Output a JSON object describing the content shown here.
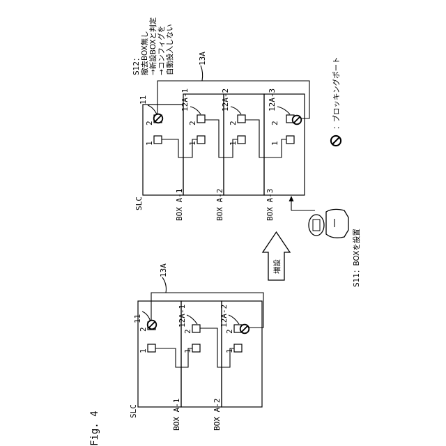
{
  "figure_label": "Fig. 4",
  "left": {
    "slc": "SLC",
    "box1": "BOX A-1",
    "box2": "BOX A-2",
    "ref_11": "11",
    "ref_12a1": "12A-1",
    "ref_12a2": "12A-2",
    "ref_13a": "13A",
    "port_1": "1",
    "port_2": "2"
  },
  "right": {
    "slc": "SLC",
    "box1": "BOX A-1",
    "box2": "BOX A-2",
    "box3": "BOX A-3",
    "ref_11": "11",
    "ref_12a1": "12A-1",
    "ref_12a2": "12A-2",
    "ref_12a3": "12A-3",
    "ref_13a": "13A",
    "port_1": "1",
    "port_2": "2"
  },
  "arrow_label": "増設",
  "s11": "S11：BOXを設置",
  "s12_lines": [
    "S12：",
    "撤去BOX無し",
    "→新設BOXと判定",
    "→コンフィグを",
    "自動投入しない"
  ],
  "legend_text": "：ブロッキングポート",
  "legend_icon": "blocking-port-icon",
  "person_icon": "worker-icon"
}
